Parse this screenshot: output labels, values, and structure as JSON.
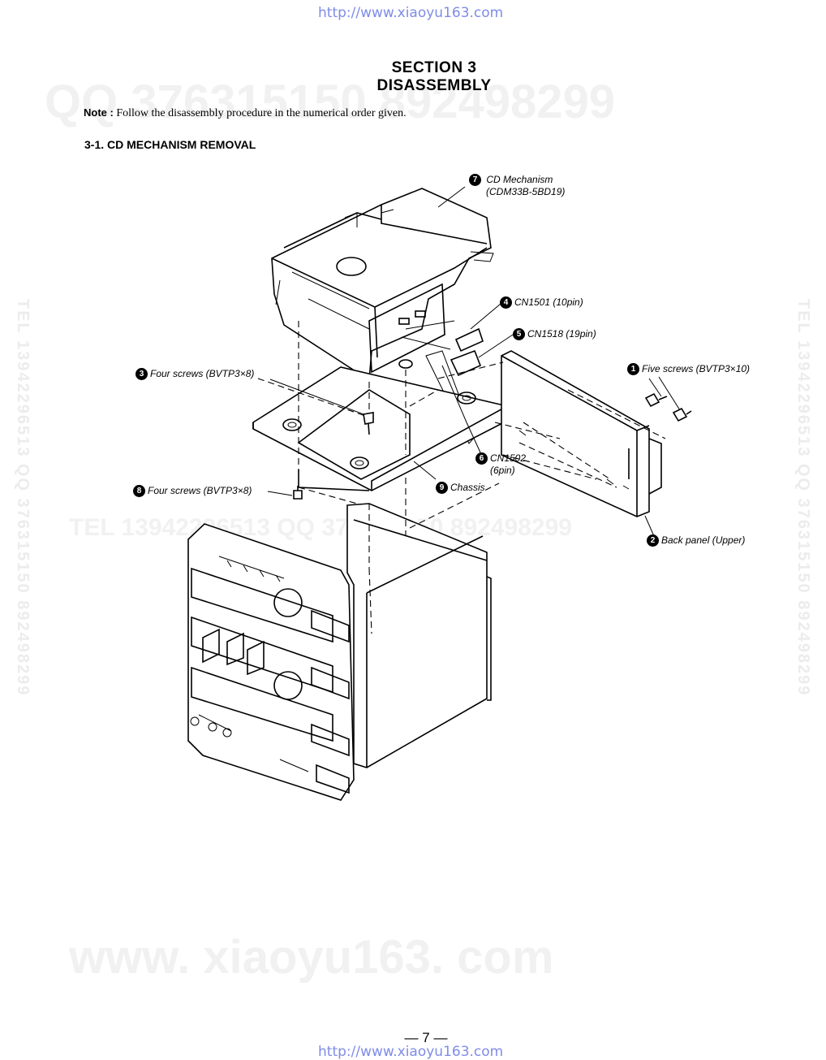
{
  "header_url": "http://www.xiaoyu163.com",
  "footer_url": "http://www.xiaoyu163.com",
  "section": {
    "line1": "SECTION  3",
    "line2": "DISASSEMBLY"
  },
  "note": {
    "label": "Note :",
    "text": "Follow the disassembly procedure in the numerical order given."
  },
  "subsection": "3-1. CD MECHANISM REMOVAL",
  "watermarks": {
    "top": "QQ 376315150   892498299",
    "middle": "TEL  13942296513    QQ  376315150  892498299",
    "bottom": "www. xiaoyu163. com",
    "vertical": "TEL 13942296513  QQ 376315150 892498299"
  },
  "callouts": [
    {
      "num": "7",
      "line1": "CD Mechanism",
      "line2": "(CDM33B-5BD19)"
    },
    {
      "num": "4",
      "line1": "CN1501 (10pin)"
    },
    {
      "num": "5",
      "line1": "CN1518 (19pin)"
    },
    {
      "num": "1",
      "line1": "Five screws (BVTP3×10)"
    },
    {
      "num": "3",
      "line1": "Four screws (BVTP3×8)"
    },
    {
      "num": "6",
      "line1": "CN1502",
      "line2": "(6pin)"
    },
    {
      "num": "8",
      "line1": "Four screws (BVTP3×8)"
    },
    {
      "num": "9",
      "line1": "Chassis"
    },
    {
      "num": "2",
      "line1": "Back panel (Upper)"
    }
  ],
  "page_number": "— 7 —"
}
